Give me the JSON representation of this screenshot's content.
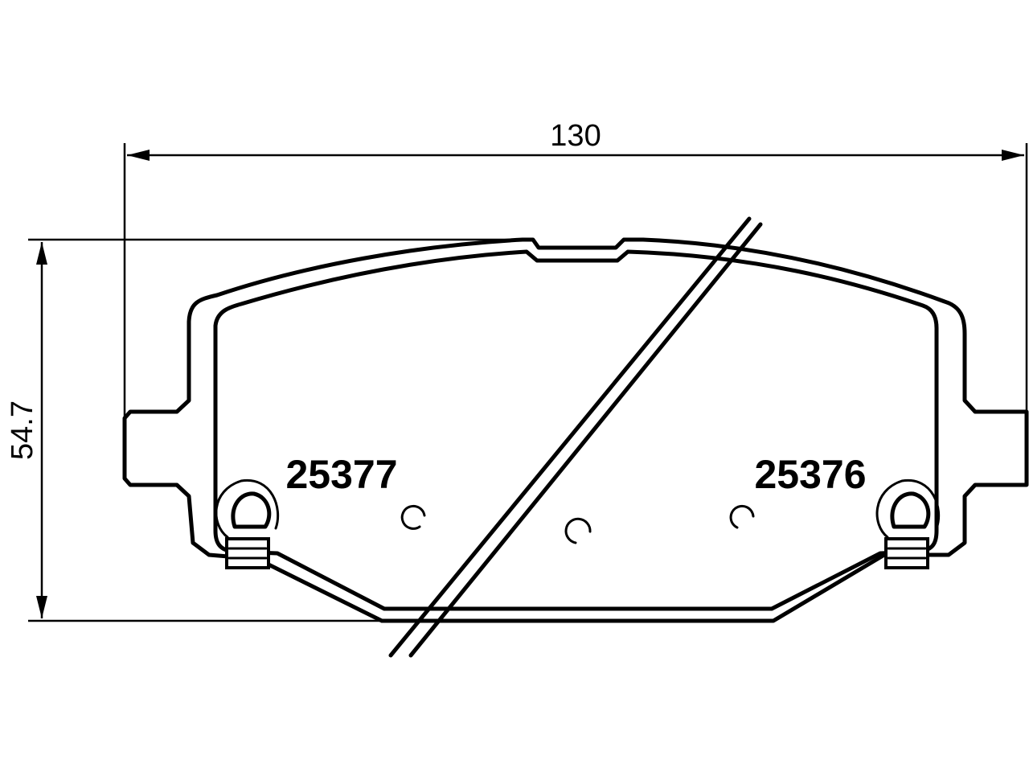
{
  "dimensions": {
    "width_label": "130",
    "height_label": "54.7"
  },
  "parts": {
    "left_number": "25377",
    "right_number": "25376"
  },
  "colors": {
    "line": "#000000",
    "background": "#ffffff"
  }
}
